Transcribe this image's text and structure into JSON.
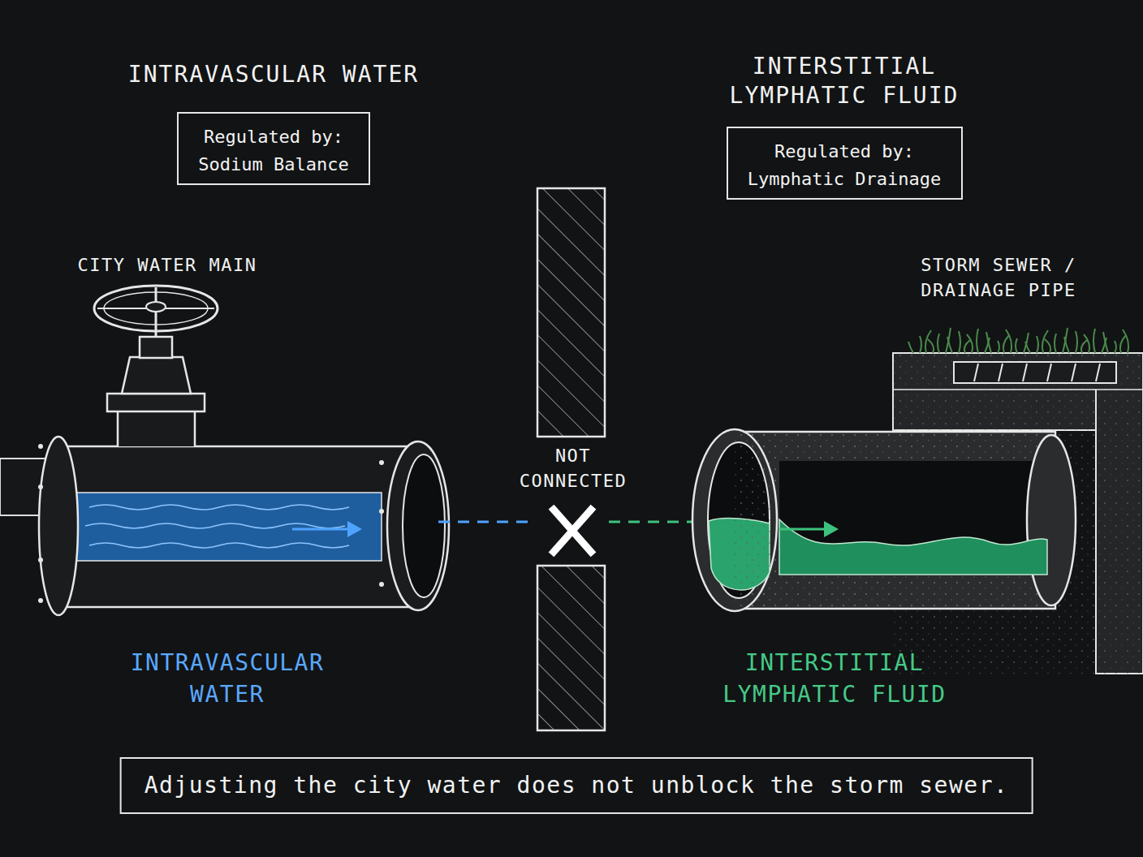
{
  "diagram": {
    "nodes": [
      {
        "text": [
          "INTRAVASCULAR WATER",
          "Regulated by: Sodium Balance"
        ]
      },
      {
        "text": [
          "INTERSTITIAL LYMPHATIC FLUID",
          "Regulated by: Lymphatic Drainage"
        ]
      },
      {
        "text": [
          "Adjusting the city water does not unblock the storm sewer."
        ]
      }
    ],
    "labels": [
      "CITY WATER MAIN",
      "STORM SEWER / DRAINAGE PIPE",
      "NOT CONNECTED",
      "INTRAVASCULAR WATER",
      "INTERSTITIAL LYMPHATIC FLUID"
    ]
  }
}
